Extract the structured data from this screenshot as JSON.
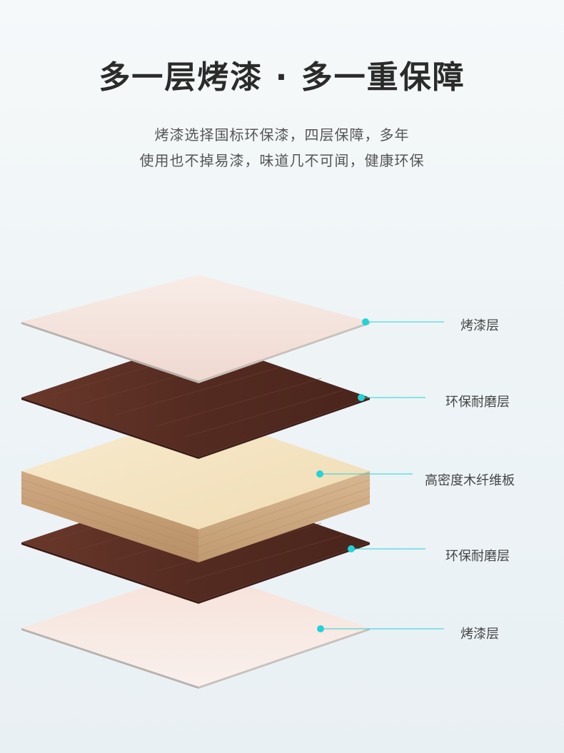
{
  "header": {
    "title": "多一层烤漆 · 多一重保障",
    "subtitle_line1": "烤漆选择国标环保漆，四层保障，多年",
    "subtitle_line2": "使用也不掉易漆，味道几不可闻，健康环保"
  },
  "layers": [
    {
      "label": "烤漆层"
    },
    {
      "label": "环保耐磨层"
    },
    {
      "label": "高密度木纤维板"
    },
    {
      "label": "环保耐磨层"
    },
    {
      "label": "烤漆层"
    }
  ],
  "colors": {
    "accent": "#22d3d8",
    "paint": "#f3e3dd",
    "wood_dark": "#5a2d22",
    "board_top": "#f6e7c8",
    "board_side": "#c9a47c"
  }
}
